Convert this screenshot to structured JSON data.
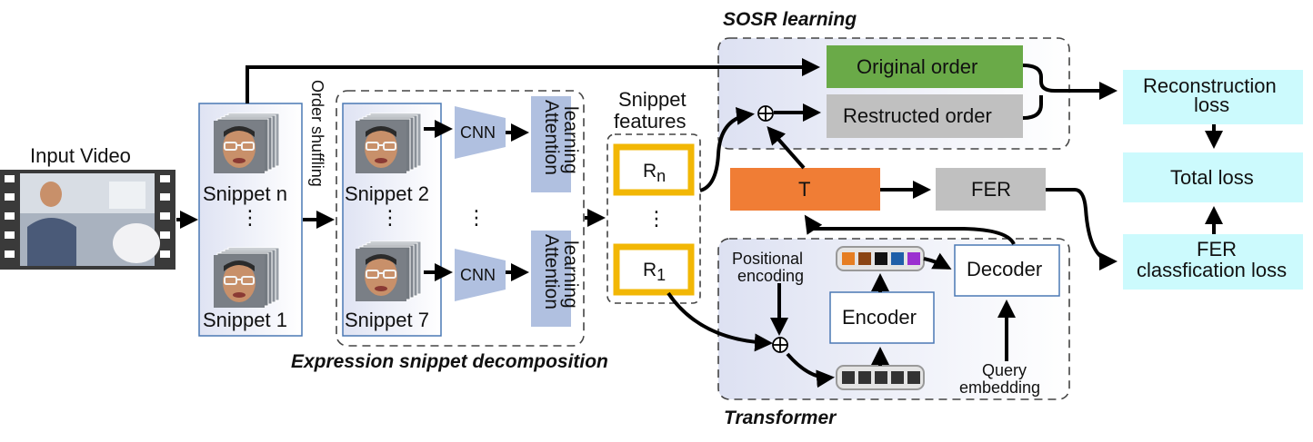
{
  "input": {
    "label": "Input Video"
  },
  "snippets": {
    "top": "Snippet n",
    "bottom": "Snippet 1",
    "dots": "⋮"
  },
  "shuffle": {
    "label": "Order shuffling"
  },
  "decomposition": {
    "title": "Expression snippet decomposition",
    "snippet_top": "Snippet 2",
    "snippet_bottom": "Snippet 7",
    "cnn": "CNN",
    "attention": [
      "Attention",
      "learning"
    ],
    "dots": "⋮"
  },
  "features": {
    "title": [
      "Snippet",
      "features"
    ],
    "rn_base": "R",
    "rn_sub": "n",
    "r1_base": "R",
    "r1_sub": "1",
    "dots": "⋮"
  },
  "sosr": {
    "title": "SOSR learning",
    "original": "Original order",
    "restructed": "Restructed order"
  },
  "middle": {
    "t": "T",
    "fer": "FER"
  },
  "transformer": {
    "title": "Transformer",
    "positional": [
      "Positional",
      "encoding"
    ],
    "encoder": "Encoder",
    "decoder": "Decoder",
    "query": [
      "Query",
      "embedding"
    ],
    "token_colors": [
      "#e67e22",
      "#8b4513",
      "#111111",
      "#1f5fa8",
      "#9b30d0"
    ]
  },
  "losses": {
    "reconstruction": [
      "Reconstruction",
      "loss"
    ],
    "total": "Total loss",
    "fer": [
      "FER",
      "classfication loss"
    ]
  },
  "colors": {
    "original_fill": "#6aaa48",
    "restructed_fill": "#c0c0c0",
    "t_fill": "#f07d35",
    "fer_fill": "#c0c0c0",
    "loss_fill": "#ccfafd",
    "attention_fill": "#b0c0e0",
    "feature_border": "#f2b705",
    "skin": "#c8906a"
  }
}
